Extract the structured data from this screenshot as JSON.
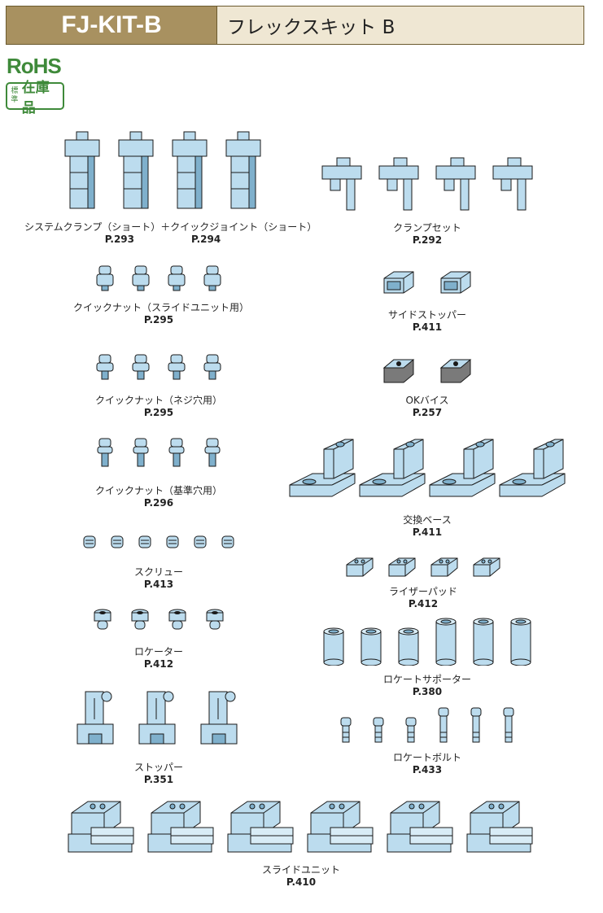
{
  "header": {
    "code": "FJ-KIT-B",
    "name": "フレックスキット B"
  },
  "badges": {
    "rohs": "RoHS",
    "stock_small_1": "標",
    "stock_small_2": "準",
    "stock_main": "在庫品"
  },
  "items": {
    "system_clamp": {
      "label": "システムクランプ（ショート）＋クイックジョイント（ショート）",
      "page_a": "P.293",
      "page_b": "P.294"
    },
    "clamp_set": {
      "label": "クランプセット",
      "page": "P.292"
    },
    "quick_nut_slide": {
      "label": "クイックナット（スライドユニット用）",
      "page": "P.295"
    },
    "side_stopper": {
      "label": "サイドストッパー",
      "page": "P.411"
    },
    "quick_nut_screw": {
      "label": "クイックナット（ネジ穴用）",
      "page": "P.295"
    },
    "ok_vise": {
      "label": "OKバイス",
      "page": "P.257"
    },
    "quick_nut_ref": {
      "label": "クイックナット（基準穴用）",
      "page": "P.296"
    },
    "exchange_base": {
      "label": "交換ベース",
      "page": "P.411"
    },
    "screw": {
      "label": "スクリュー",
      "page": "P.413"
    },
    "riser_pad": {
      "label": "ライザーパッド",
      "page": "P.412"
    },
    "locator": {
      "label": "ロケーター",
      "page": "P.412"
    },
    "locate_supporter": {
      "label": "ロケートサポーター",
      "page": "P.380"
    },
    "stopper": {
      "label": "ストッパー",
      "page": "P.351"
    },
    "locate_bolt": {
      "label": "ロケートボルト",
      "page": "P.433"
    },
    "slide_unit": {
      "label": "スライドユニット",
      "page": "P.410"
    }
  },
  "colors": {
    "part_fill": "#bcdcee",
    "part_dark": "#7fb0cc",
    "outline": "#1a1a1a",
    "header_bg": "#a89160",
    "rohs_green": "#3f8a3a"
  }
}
